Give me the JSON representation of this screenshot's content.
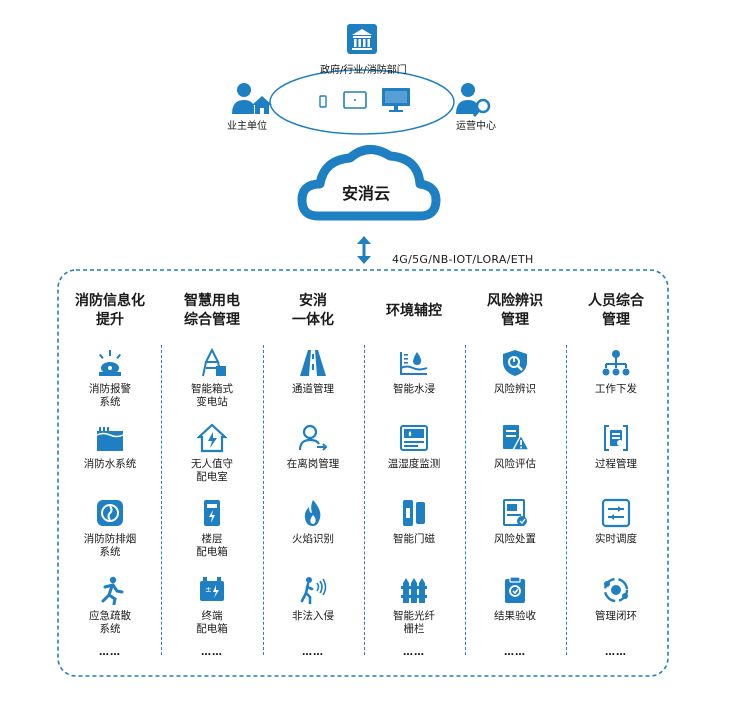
{
  "colors": {
    "accent": "#1f7fc3",
    "dark": "#1d5f9a"
  },
  "top": {
    "gov_label": "政府/行业/消防部门",
    "owner_label": "业主单位",
    "ops_label": "运营中心",
    "cloud_label": "安消云",
    "protocol_label": "4G/5G/NB-IOT/LORA/ETH",
    "devices": [
      "phone-icon",
      "tablet-icon",
      "monitor-icon"
    ]
  },
  "columns": [
    {
      "title": "消防信息化\n提升",
      "items": [
        {
          "icon": "fire-alarm-icon",
          "label": "消防报警\n系统"
        },
        {
          "icon": "water-tank-icon",
          "label": "消防水系统"
        },
        {
          "icon": "smoke-fan-icon",
          "label": "消防防排烟\n系统"
        },
        {
          "icon": "running-person-icon",
          "label": "应急疏散\n系统"
        }
      ],
      "more": "……"
    },
    {
      "title": "智慧用电\n综合管理",
      "items": [
        {
          "icon": "substation-icon",
          "label": "智能箱式\n变电站"
        },
        {
          "icon": "power-house-icon",
          "label": "无人值守\n配电室"
        },
        {
          "icon": "floor-box-icon",
          "label": "楼层\n配电箱"
        },
        {
          "icon": "battery-icon",
          "label": "终端\n配电箱"
        }
      ],
      "more": "……"
    },
    {
      "title": "安消\n一体化",
      "items": [
        {
          "icon": "road-icon",
          "label": "通道管理"
        },
        {
          "icon": "person-duty-icon",
          "label": "在离岗管理"
        },
        {
          "icon": "flame-icon",
          "label": "火焰识别"
        },
        {
          "icon": "intrusion-icon",
          "label": "非法入侵"
        }
      ],
      "more": "……"
    },
    {
      "title": "环境辅控",
      "items": [
        {
          "icon": "water-level-icon",
          "label": "智能水浸"
        },
        {
          "icon": "thermometer-panel-icon",
          "label": "温湿度监测"
        },
        {
          "icon": "door-magnet-icon",
          "label": "智能门磁"
        },
        {
          "icon": "fence-icon",
          "label": "智能光纤\n栅栏"
        }
      ],
      "more": "……"
    },
    {
      "title": "风险辨识\n管理",
      "items": [
        {
          "icon": "shield-search-icon",
          "label": "风险辨识"
        },
        {
          "icon": "risk-report-icon",
          "label": "风险评估"
        },
        {
          "icon": "document-icon",
          "label": "风险处置"
        },
        {
          "icon": "clipboard-icon",
          "label": "结果验收"
        }
      ],
      "more": "……"
    },
    {
      "title": "人员综合\n管理",
      "items": [
        {
          "icon": "org-chart-icon",
          "label": "工作下发"
        },
        {
          "icon": "process-icon",
          "label": "过程管理"
        },
        {
          "icon": "sliders-icon",
          "label": "实时调度"
        },
        {
          "icon": "cycle-icon",
          "label": "管理闭环"
        }
      ],
      "more": "……"
    }
  ]
}
